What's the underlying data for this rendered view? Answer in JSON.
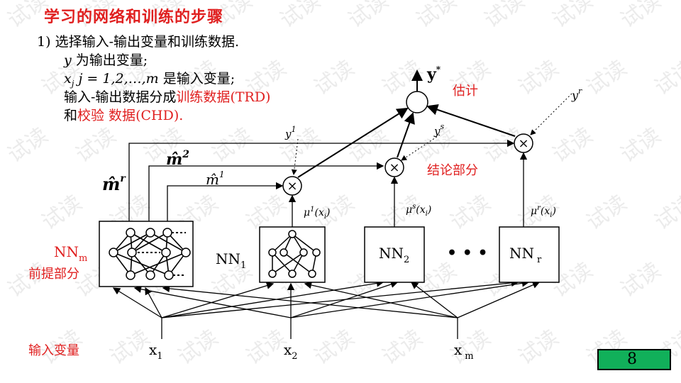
{
  "slide": {
    "title": "学习的网络和训练的步骤",
    "page_number": "8"
  },
  "text": {
    "step_num": "1)",
    "step_text": "选择输入-输出变量和训练数据.",
    "y_var": "y",
    "y_desc": "为输出变量;",
    "xj": "x",
    "xj_sub": "j",
    "xj_range": "j = 1,2,…,m",
    "xj_desc": "是输入变量;",
    "split_pre": "输入-输出数据分成",
    "split_trd": "训练数据",
    "split_trd_en": "(TRD)",
    "and": "和",
    "split_chd": "校验 数据",
    "split_chd_en": "(CHD)."
  },
  "diagram": {
    "estimate": "估计",
    "conclusion": "结论部分",
    "premise": "前提部分",
    "inputs_label": "输入变量",
    "y_star": "y",
    "y_star_sup": "*",
    "y_r": "y",
    "y_r_sup": "r",
    "y_1": "y",
    "y_1_sup": "1",
    "y_s": "y",
    "y_s_sup": "s",
    "m_hat_r": "m̂",
    "m_hat_r_sup": "r",
    "m_hat_2": "m̂",
    "m_hat_2_sup": "2",
    "m_hat_1": "m̂",
    "m_hat_1_sup": "1",
    "mu_1": "μ",
    "mu_1_sup": "1",
    "mu_s": "μ",
    "mu_s_sup": "s",
    "mu_r": "μ",
    "mu_r_sup": "r",
    "mu_arg": "(x",
    "mu_arg_sub": "i",
    "mu_arg_close": ")",
    "nn_m": "NN",
    "nn_m_sub": "m",
    "nn_1": "NN",
    "nn_1_sub": "1",
    "nn_2": "NN",
    "nn_2_sub": "2",
    "nn_r": "NN",
    "nn_r_sub": "r",
    "dots": "• • •",
    "x1": "x",
    "x1_sub": "1",
    "x2": "x",
    "x2_sub": "2",
    "xm": "x",
    "xm_sub": "m",
    "times": "×"
  },
  "watermark": "试读"
}
